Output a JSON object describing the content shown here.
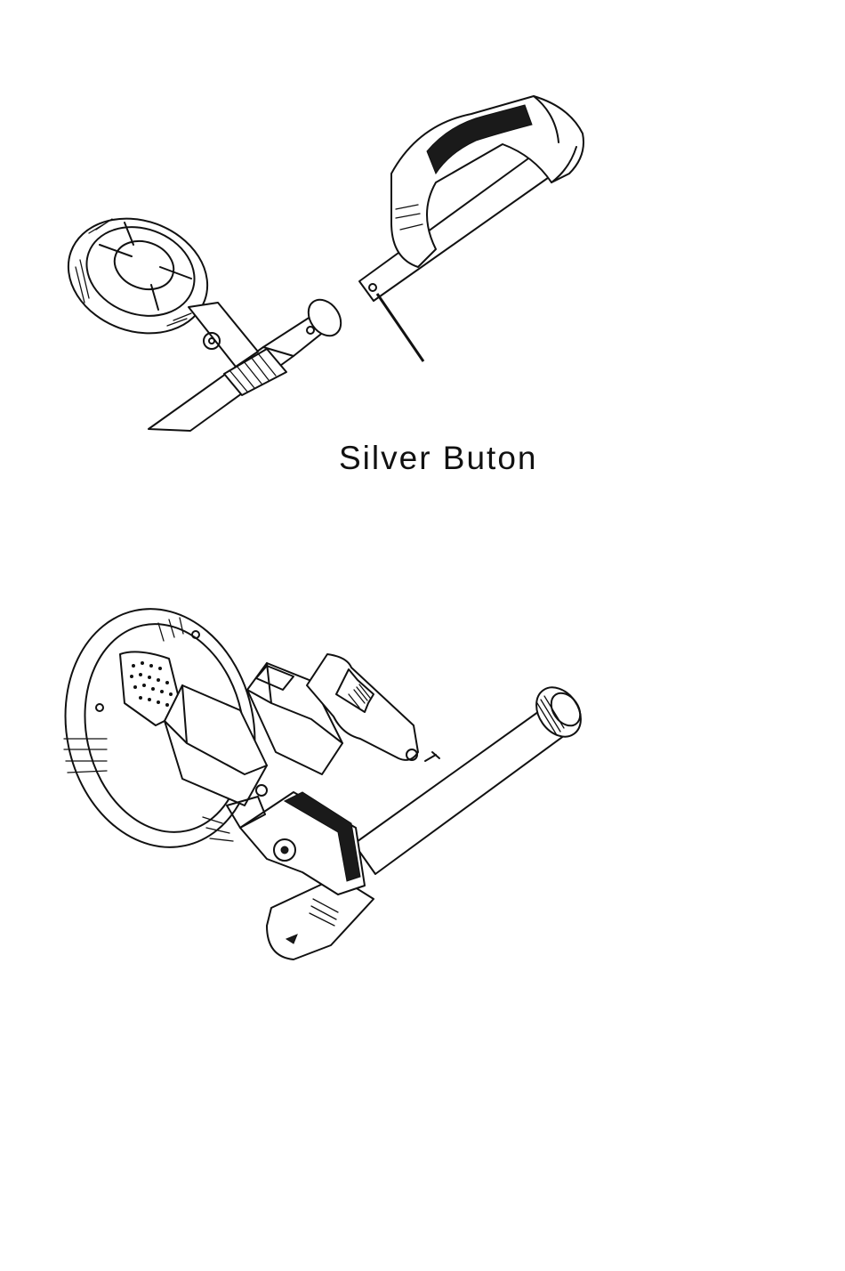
{
  "diagram": {
    "callout": {
      "label": "Silver Buton"
    },
    "figures": [
      {
        "id": "shaft-to-handle-assembly"
      },
      {
        "id": "control-box-battery-compartment"
      }
    ]
  }
}
